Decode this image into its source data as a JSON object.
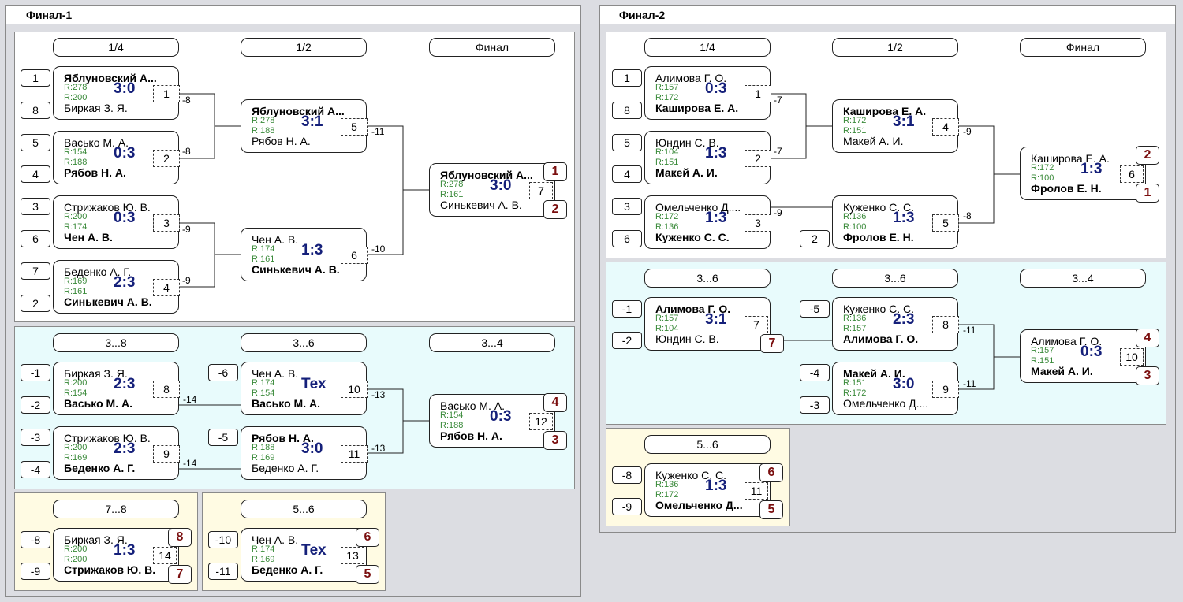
{
  "final1": {
    "title": "Финал-1",
    "main": {
      "headers": [
        "1/4",
        "1/2",
        "Финал"
      ],
      "seeds": [
        "1",
        "8",
        "5",
        "4",
        "3",
        "6",
        "7",
        "2"
      ],
      "matches": [
        {
          "p1": "Яблуновский А...",
          "p1_bold": true,
          "r1": "R:278",
          "r2": "R:200",
          "score": "3:0",
          "num": "1",
          "p2": "Биркая З. Я.",
          "p2_bold": false
        },
        {
          "p1": "Васько М. А.",
          "p1_bold": false,
          "r1": "R:154",
          "r2": "R:188",
          "score": "0:3",
          "num": "2",
          "p2": "Рябов Н. А.",
          "p2_bold": true
        },
        {
          "p1": "Стрижаков Ю. В.",
          "p1_bold": false,
          "r1": "R:200",
          "r2": "R:174",
          "score": "0:3",
          "num": "3",
          "p2": "Чен А. В.",
          "p2_bold": true
        },
        {
          "p1": "Беденко А. Г.",
          "p1_bold": false,
          "r1": "R:169",
          "r2": "R:161",
          "score": "2:3",
          "num": "4",
          "p2": "Синькевич А. В.",
          "p2_bold": true
        },
        {
          "p1": "Яблуновский А...",
          "p1_bold": true,
          "r1": "R:278",
          "r2": "R:188",
          "score": "3:1",
          "num": "5",
          "p2": "Рябов Н. А.",
          "p2_bold": false
        },
        {
          "p1": "Чен А. В.",
          "p1_bold": false,
          "r1": "R:174",
          "r2": "R:161",
          "score": "1:3",
          "num": "6",
          "p2": "Синькевич А. В.",
          "p2_bold": true
        },
        {
          "p1": "Яблуновский А...",
          "p1_bold": true,
          "r1": "R:278",
          "r2": "R:161",
          "score": "3:0",
          "num": "7",
          "p2": "Синькевич А. В.",
          "p2_bold": false
        }
      ],
      "losers": [
        "-8",
        "-8",
        "-9",
        "-9",
        "-11",
        "-10"
      ],
      "places": [
        "1",
        "2"
      ]
    },
    "cons": {
      "headers": [
        "3...8",
        "3...6",
        "3...4"
      ],
      "seeds": [
        "-1",
        "-2",
        "-3",
        "-4",
        "-6",
        "-5"
      ],
      "matches": [
        {
          "p1": "Биркая З. Я.",
          "p1_bold": false,
          "r1": "R:200",
          "r2": "R:154",
          "score": "2:3",
          "num": "8",
          "p2": "Васько М. А.",
          "p2_bold": true
        },
        {
          "p1": "Стрижаков Ю. В.",
          "p1_bold": false,
          "r1": "R:200",
          "r2": "R:169",
          "score": "2:3",
          "num": "9",
          "p2": "Беденко А. Г.",
          "p2_bold": true
        },
        {
          "p1": "Чен А. В.",
          "p1_bold": false,
          "r1": "R:174",
          "r2": "R:154",
          "score": "Тех",
          "num": "10",
          "p2": "Васько М. А.",
          "p2_bold": true
        },
        {
          "p1": "Рябов Н. А.",
          "p1_bold": true,
          "r1": "R:188",
          "r2": "R:169",
          "score": "3:0",
          "num": "11",
          "p2": "Беденко А. Г.",
          "p2_bold": false
        },
        {
          "p1": "Васько М. А.",
          "p1_bold": false,
          "r1": "R:154",
          "r2": "R:188",
          "score": "0:3",
          "num": "12",
          "p2": "Рябов Н. А.",
          "p2_bold": true
        }
      ],
      "losers": [
        "-14",
        "-14",
        "-13",
        "-13"
      ],
      "places": [
        "4",
        "3"
      ]
    },
    "p78": {
      "header": "7...8",
      "seeds": [
        "-8",
        "-9"
      ],
      "match": {
        "p1": "Биркая З. Я.",
        "p1_bold": false,
        "r1": "R:200",
        "r2": "R:200",
        "score": "1:3",
        "num": "14",
        "p2": "Стрижаков Ю. В.",
        "p2_bold": true
      },
      "places": [
        "8",
        "7"
      ]
    },
    "p56": {
      "header": "5...6",
      "seeds": [
        "-10",
        "-11"
      ],
      "match": {
        "p1": "Чен А. В.",
        "p1_bold": false,
        "r1": "R:174",
        "r2": "R:169",
        "score": "Тех",
        "num": "13",
        "p2": "Беденко А. Г.",
        "p2_bold": true
      },
      "places": [
        "6",
        "5"
      ]
    }
  },
  "final2": {
    "title": "Финал-2",
    "main": {
      "headers": [
        "1/4",
        "1/2",
        "Финал"
      ],
      "seeds": [
        "1",
        "8",
        "5",
        "4",
        "3",
        "6",
        "2"
      ],
      "matches": [
        {
          "p1": "Алимова Г. О.",
          "p1_bold": false,
          "r1": "R:157",
          "r2": "R:172",
          "score": "0:3",
          "num": "1",
          "p2": "Каширова Е. А.",
          "p2_bold": true
        },
        {
          "p1": "Юндин С. В.",
          "p1_bold": false,
          "r1": "R:104",
          "r2": "R:151",
          "score": "1:3",
          "num": "2",
          "p2": "Макей А. И.",
          "p2_bold": true
        },
        {
          "p1": "Омельченко Д....",
          "p1_bold": false,
          "r1": "R:172",
          "r2": "R:136",
          "score": "1:3",
          "num": "3",
          "p2": "Куженко С. С.",
          "p2_bold": true
        },
        {
          "p1": "Каширова Е. А.",
          "p1_bold": true,
          "r1": "R:172",
          "r2": "R:151",
          "score": "3:1",
          "num": "4",
          "p2": "Макей А. И.",
          "p2_bold": false
        },
        {
          "p1": "Куженко С. С.",
          "p1_bold": false,
          "r1": "R:136",
          "r2": "R:100",
          "score": "1:3",
          "num": "5",
          "p2": "Фролов Е. Н.",
          "p2_bold": true
        },
        {
          "p1": "Каширова Е. А.",
          "p1_bold": false,
          "r1": "R:172",
          "r2": "R:100",
          "score": "1:3",
          "num": "6",
          "p2": "Фролов Е. Н.",
          "p2_bold": true
        }
      ],
      "losers": [
        "-7",
        "-7",
        "-9",
        "-9",
        "-8"
      ],
      "places": [
        "2",
        "1"
      ]
    },
    "cons": {
      "headers": [
        "3...6",
        "3...6",
        "3...4"
      ],
      "seeds": [
        "-1",
        "-2",
        "-5",
        "-4",
        "-3"
      ],
      "matches": [
        {
          "p1": "Алимова Г. О.",
          "p1_bold": true,
          "r1": "R:157",
          "r2": "R:104",
          "score": "3:1",
          "num": "7",
          "p2": "Юндин С. В.",
          "p2_bold": false
        },
        {
          "p1": "Куженко С. С.",
          "p1_bold": false,
          "r1": "R:136",
          "r2": "R:157",
          "score": "2:3",
          "num": "8",
          "p2": "Алимова Г. О.",
          "p2_bold": true
        },
        {
          "p1": "Макей А. И.",
          "p1_bold": true,
          "r1": "R:151",
          "r2": "R:172",
          "score": "3:0",
          "num": "9",
          "p2": "Омельченко Д....",
          "p2_bold": false
        },
        {
          "p1": "Алимова Г. О.",
          "p1_bold": false,
          "r1": "R:157",
          "r2": "R:151",
          "score": "0:3",
          "num": "10",
          "p2": "Макей А. И.",
          "p2_bold": true
        }
      ],
      "losers": [
        "-11",
        "-11"
      ],
      "places": [
        "7",
        "4",
        "3"
      ]
    },
    "p56": {
      "header": "5...6",
      "seeds": [
        "-8",
        "-9"
      ],
      "match": {
        "p1": "Куженко С. С.",
        "p1_bold": false,
        "r1": "R:136",
        "r2": "R:172",
        "score": "1:3",
        "num": "11",
        "p2": "Омельченко Д...",
        "p2_bold": true
      },
      "places": [
        "6",
        "5"
      ]
    }
  },
  "colors": {
    "score": "#15207a",
    "rating": "#3a8a3a",
    "place": "#7a0e0e",
    "cons_bg": "#e8fbfc",
    "low_bg": "#fffbe3"
  }
}
